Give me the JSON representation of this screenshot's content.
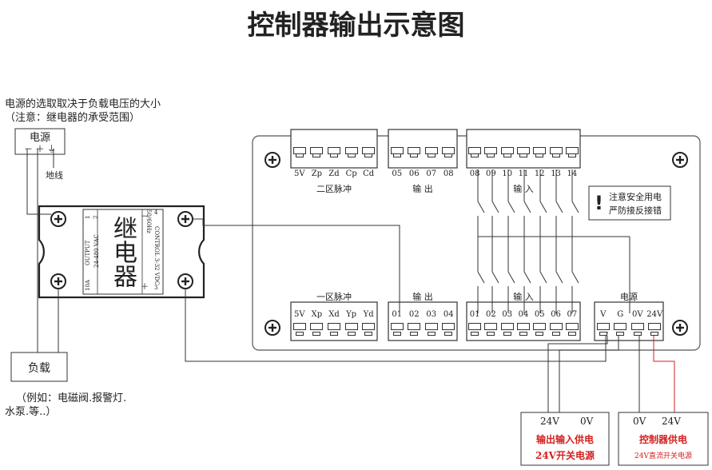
{
  "title": "控制器输出示意图",
  "power_note": {
    "line1": "电源的选取取决于负载电压的大小",
    "line2": "（注意：继电器的承受范围）"
  },
  "power_box": {
    "label": "电源",
    "terminals": "－  ＋  ⏚"
  },
  "ground_label": "地线",
  "relay": {
    "title": "继电器",
    "left_top_num": "1",
    "left_top_num2": "2",
    "output_label": "OUTPUT",
    "output_range": "24-480 VAC",
    "current": "10A",
    "freq": "50/60Hz",
    "control_label": "CONTROL 3-32 VDC",
    "minus": "－",
    "plus": "＋",
    "num3": "3",
    "num4": "4"
  },
  "load_box": {
    "label": "负载"
  },
  "load_note": {
    "line1": "（例如：电磁阀.报警灯.",
    "line2": "水泵.等..）"
  },
  "controller": {
    "top_group1": {
      "pins": [
        "5V",
        "Zp",
        "Zd",
        "Cp",
        "Cd"
      ],
      "caption": "二区脉冲"
    },
    "top_group2": {
      "pins": [
        "05",
        "06",
        "07",
        "08"
      ],
      "caption": "输    出"
    },
    "top_group3": {
      "pins": [
        "08",
        "09",
        "10",
        "11",
        "12",
        "13",
        "14"
      ],
      "caption": "输    入"
    },
    "bottom_group1": {
      "pins": [
        "5V",
        "Xp",
        "Xd",
        "Yp",
        "Yd"
      ],
      "caption": "一区脉冲"
    },
    "bottom_group2": {
      "pins": [
        "01",
        "02",
        "03",
        "04"
      ],
      "caption": "输    出"
    },
    "bottom_group3": {
      "pins": [
        "01",
        "02",
        "03",
        "04",
        "05",
        "06",
        "07"
      ],
      "caption": "输    入"
    },
    "bottom_group4": {
      "pins": [
        "V",
        "G",
        "0V",
        "24V"
      ],
      "caption": "电源"
    },
    "warning": {
      "line1": "注意安全用电",
      "line2": "严防接反接错",
      "icon": "exclamation-icon"
    }
  },
  "supply_left": {
    "v1": "24V",
    "v2": "0V",
    "line1": "输出输入供电",
    "line2": "24V开关电源"
  },
  "supply_right": {
    "v1": "0V",
    "v2": "24V",
    "line1": "控制器供电",
    "line2": "24V直流开关电源"
  },
  "colors": {
    "line": "#333333",
    "red": "#d42020"
  }
}
